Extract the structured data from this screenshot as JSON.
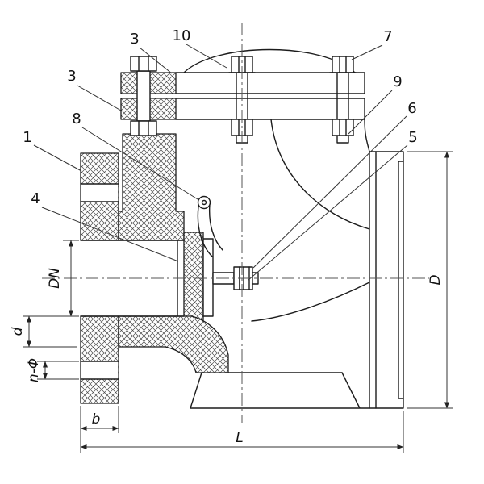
{
  "drawing": {
    "callouts": [
      {
        "text": "1"
      },
      {
        "text": "3"
      },
      {
        "text": "3"
      },
      {
        "text": "4"
      },
      {
        "text": "5"
      },
      {
        "text": "6"
      },
      {
        "text": "7"
      },
      {
        "text": "8"
      },
      {
        "text": "9"
      },
      {
        "text": "10"
      }
    ],
    "dimensions": {
      "dn": "DN",
      "d": "d",
      "n_phi": "n-Φ",
      "b": "b",
      "l": "L",
      "big_d": "D"
    },
    "colors": {
      "line": "#1c1c1c",
      "dimension": "#333333",
      "background": "#ffffff"
    }
  }
}
